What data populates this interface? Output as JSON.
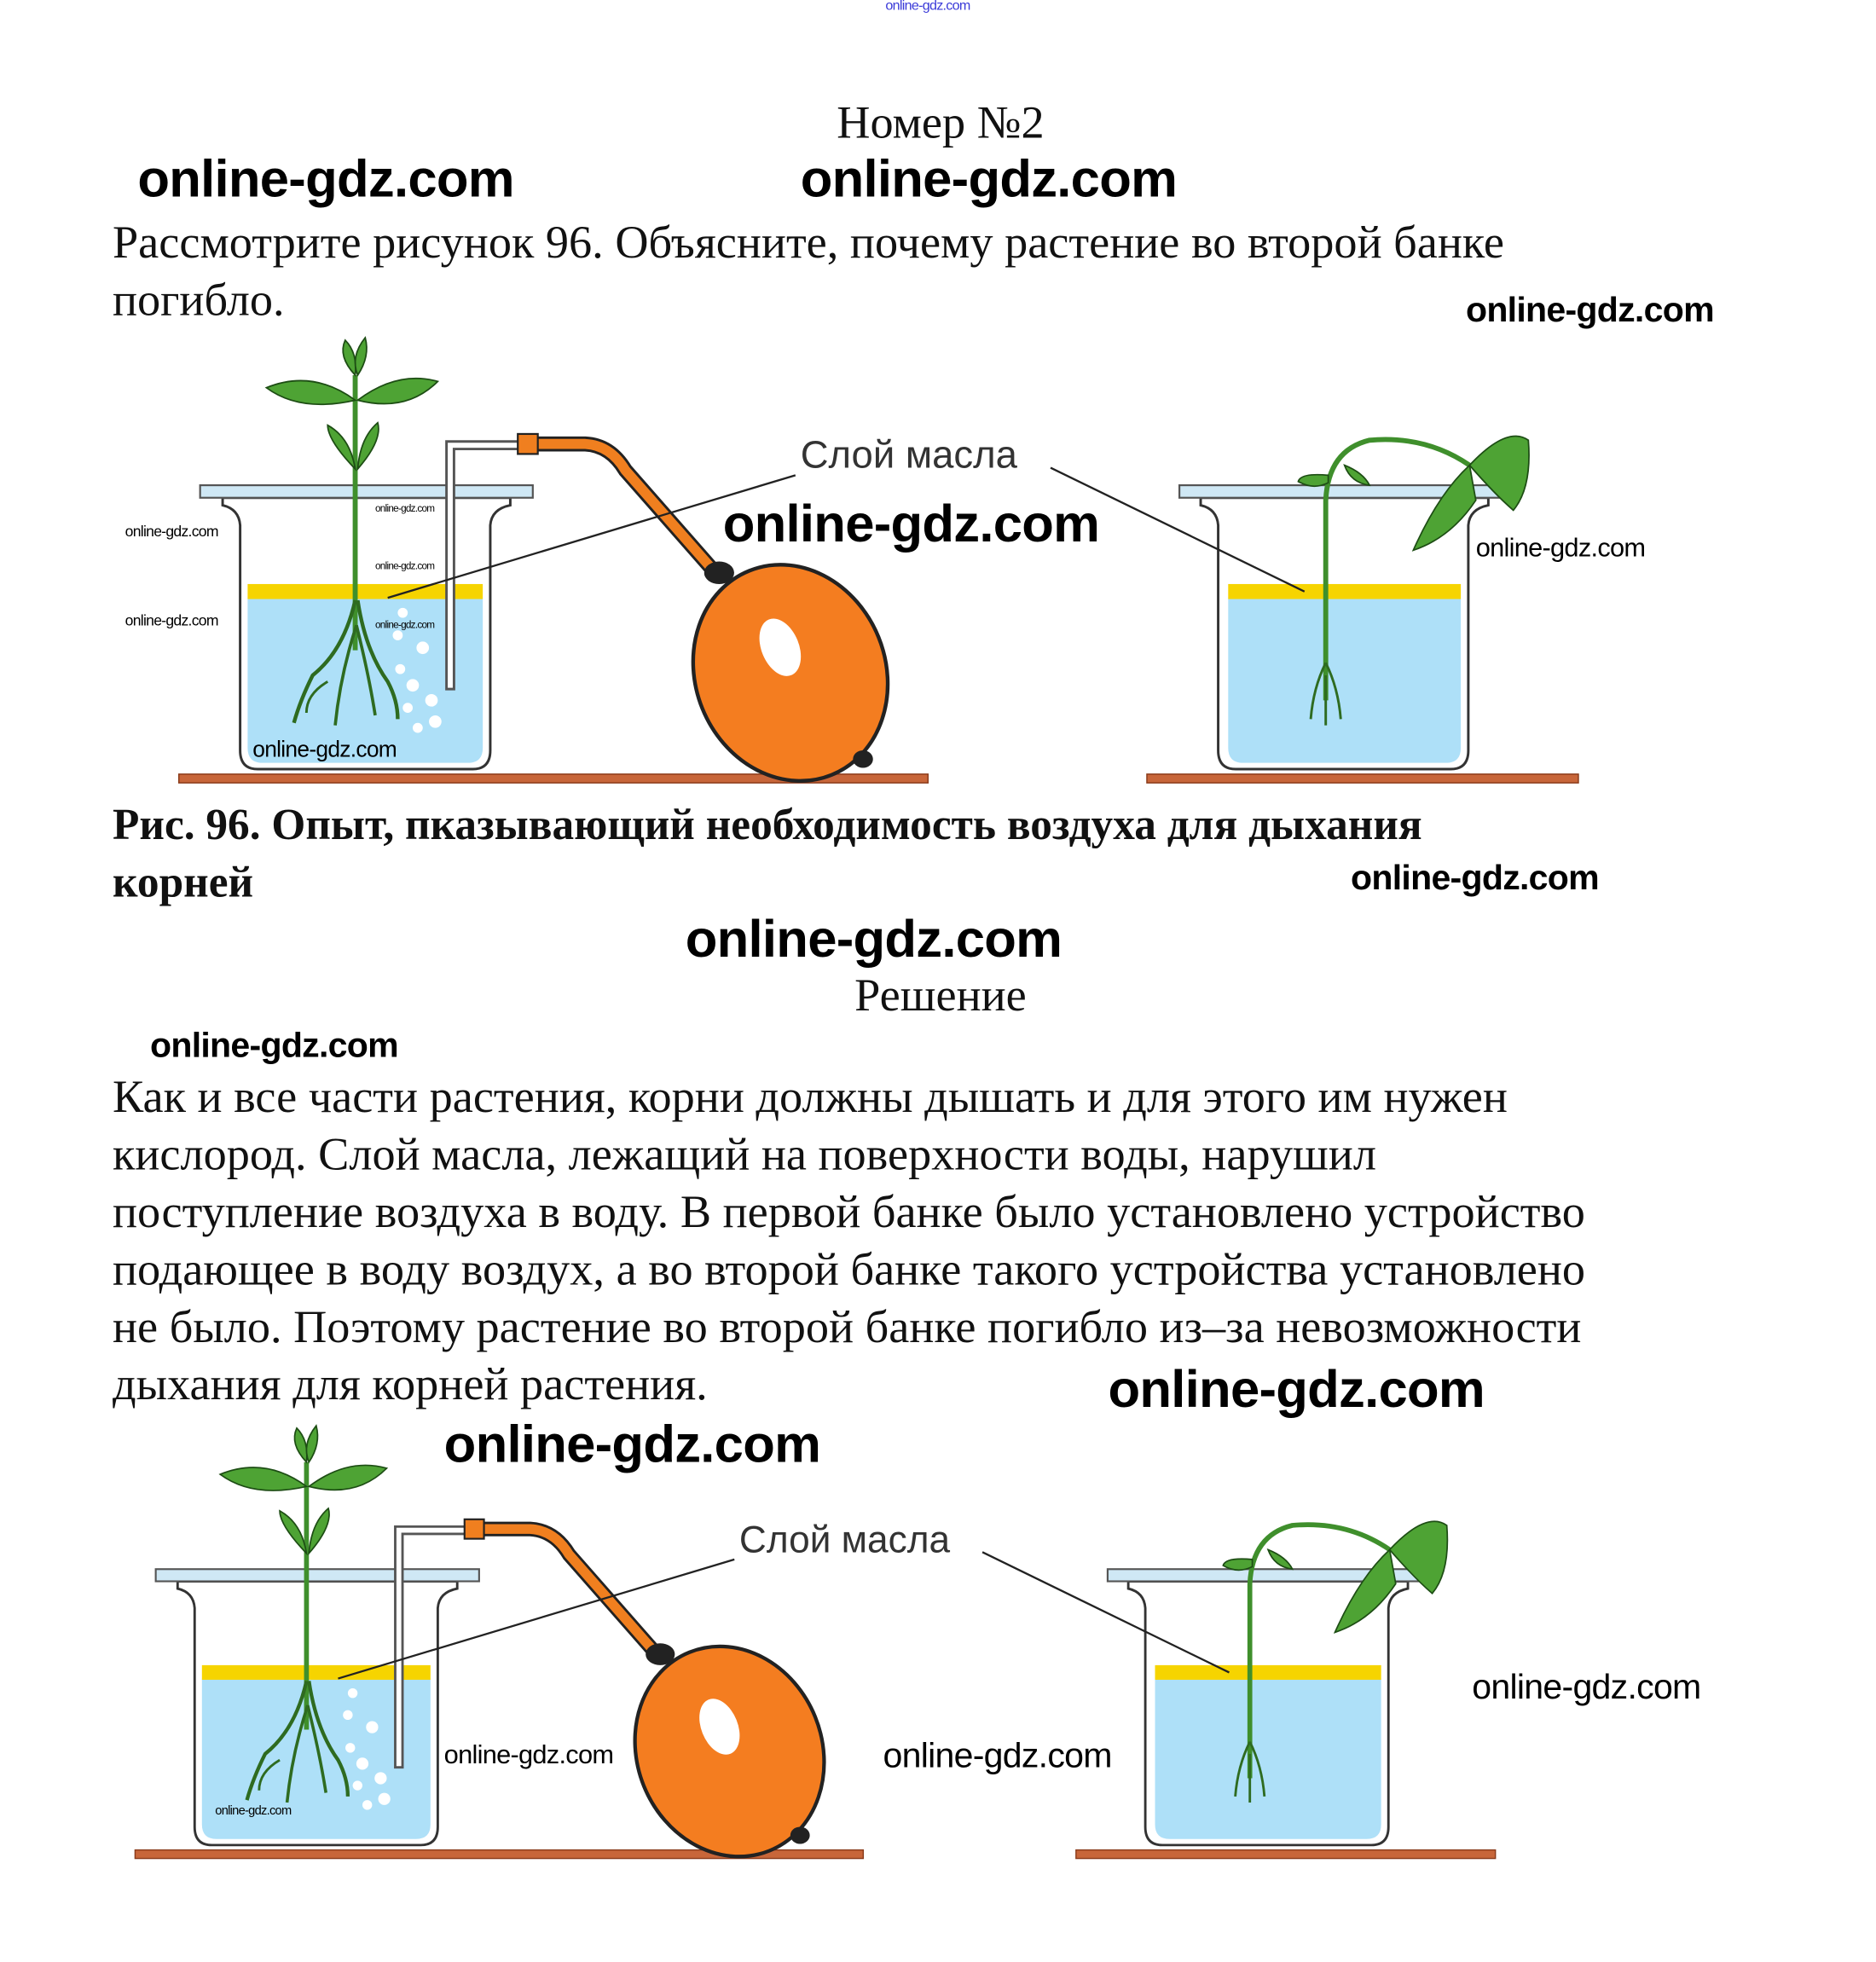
{
  "watermark": "online-gdz.com",
  "header": {
    "title": "Номер №2"
  },
  "question": {
    "lines": [
      "Рассмотрите рисунок 96. Объясните, почему растение во второй банке",
      "погибло."
    ]
  },
  "figure": {
    "label": "Слой масла",
    "caption_lines": [
      "Рис. 96. Опыт, пказывающий необходимость воздуха для дыхания",
      "корней"
    ],
    "colors": {
      "water": "#aee0f8",
      "oil": "#f6d400",
      "bulb": "#f47d20",
      "plant": "#3f8f2c",
      "table": "#c8663a"
    }
  },
  "solution": {
    "heading": "Решение",
    "lines": [
      "Как и все части растения, корни должны дышать и для этого им нужен",
      "кислород. Слой масла, лежащий на поверхности воды, нарушил",
      "поступление воздуха в воду. В первой банке было установлено устройство",
      "подающее в воду воздух, а во второй банке такого устройства установлено",
      "не было. Поэтому растение во второй банке погибло из–за невозможности",
      "дыхания для корней растения."
    ]
  }
}
